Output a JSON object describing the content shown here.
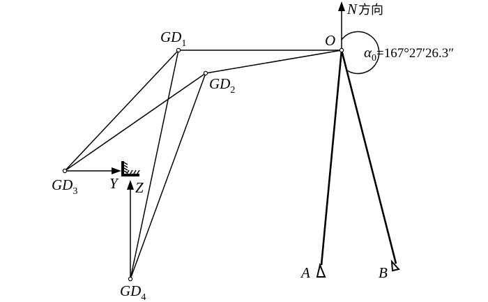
{
  "labels": {
    "north_symbol": "N",
    "north_text": "方向",
    "origin": "O",
    "gd1_main": "GD",
    "gd1_sub": "1",
    "gd2_main": "GD",
    "gd2_sub": "2",
    "gd3_main": "GD",
    "gd3_sub": "3",
    "gd4_main": "GD",
    "gd4_sub": "4",
    "axis_y": "Y",
    "axis_z": "Z",
    "point_a": "A",
    "point_b": "B",
    "alpha_symbol": "α",
    "alpha_sub": "0",
    "alpha_value": "=167°27′26.3″"
  }
}
